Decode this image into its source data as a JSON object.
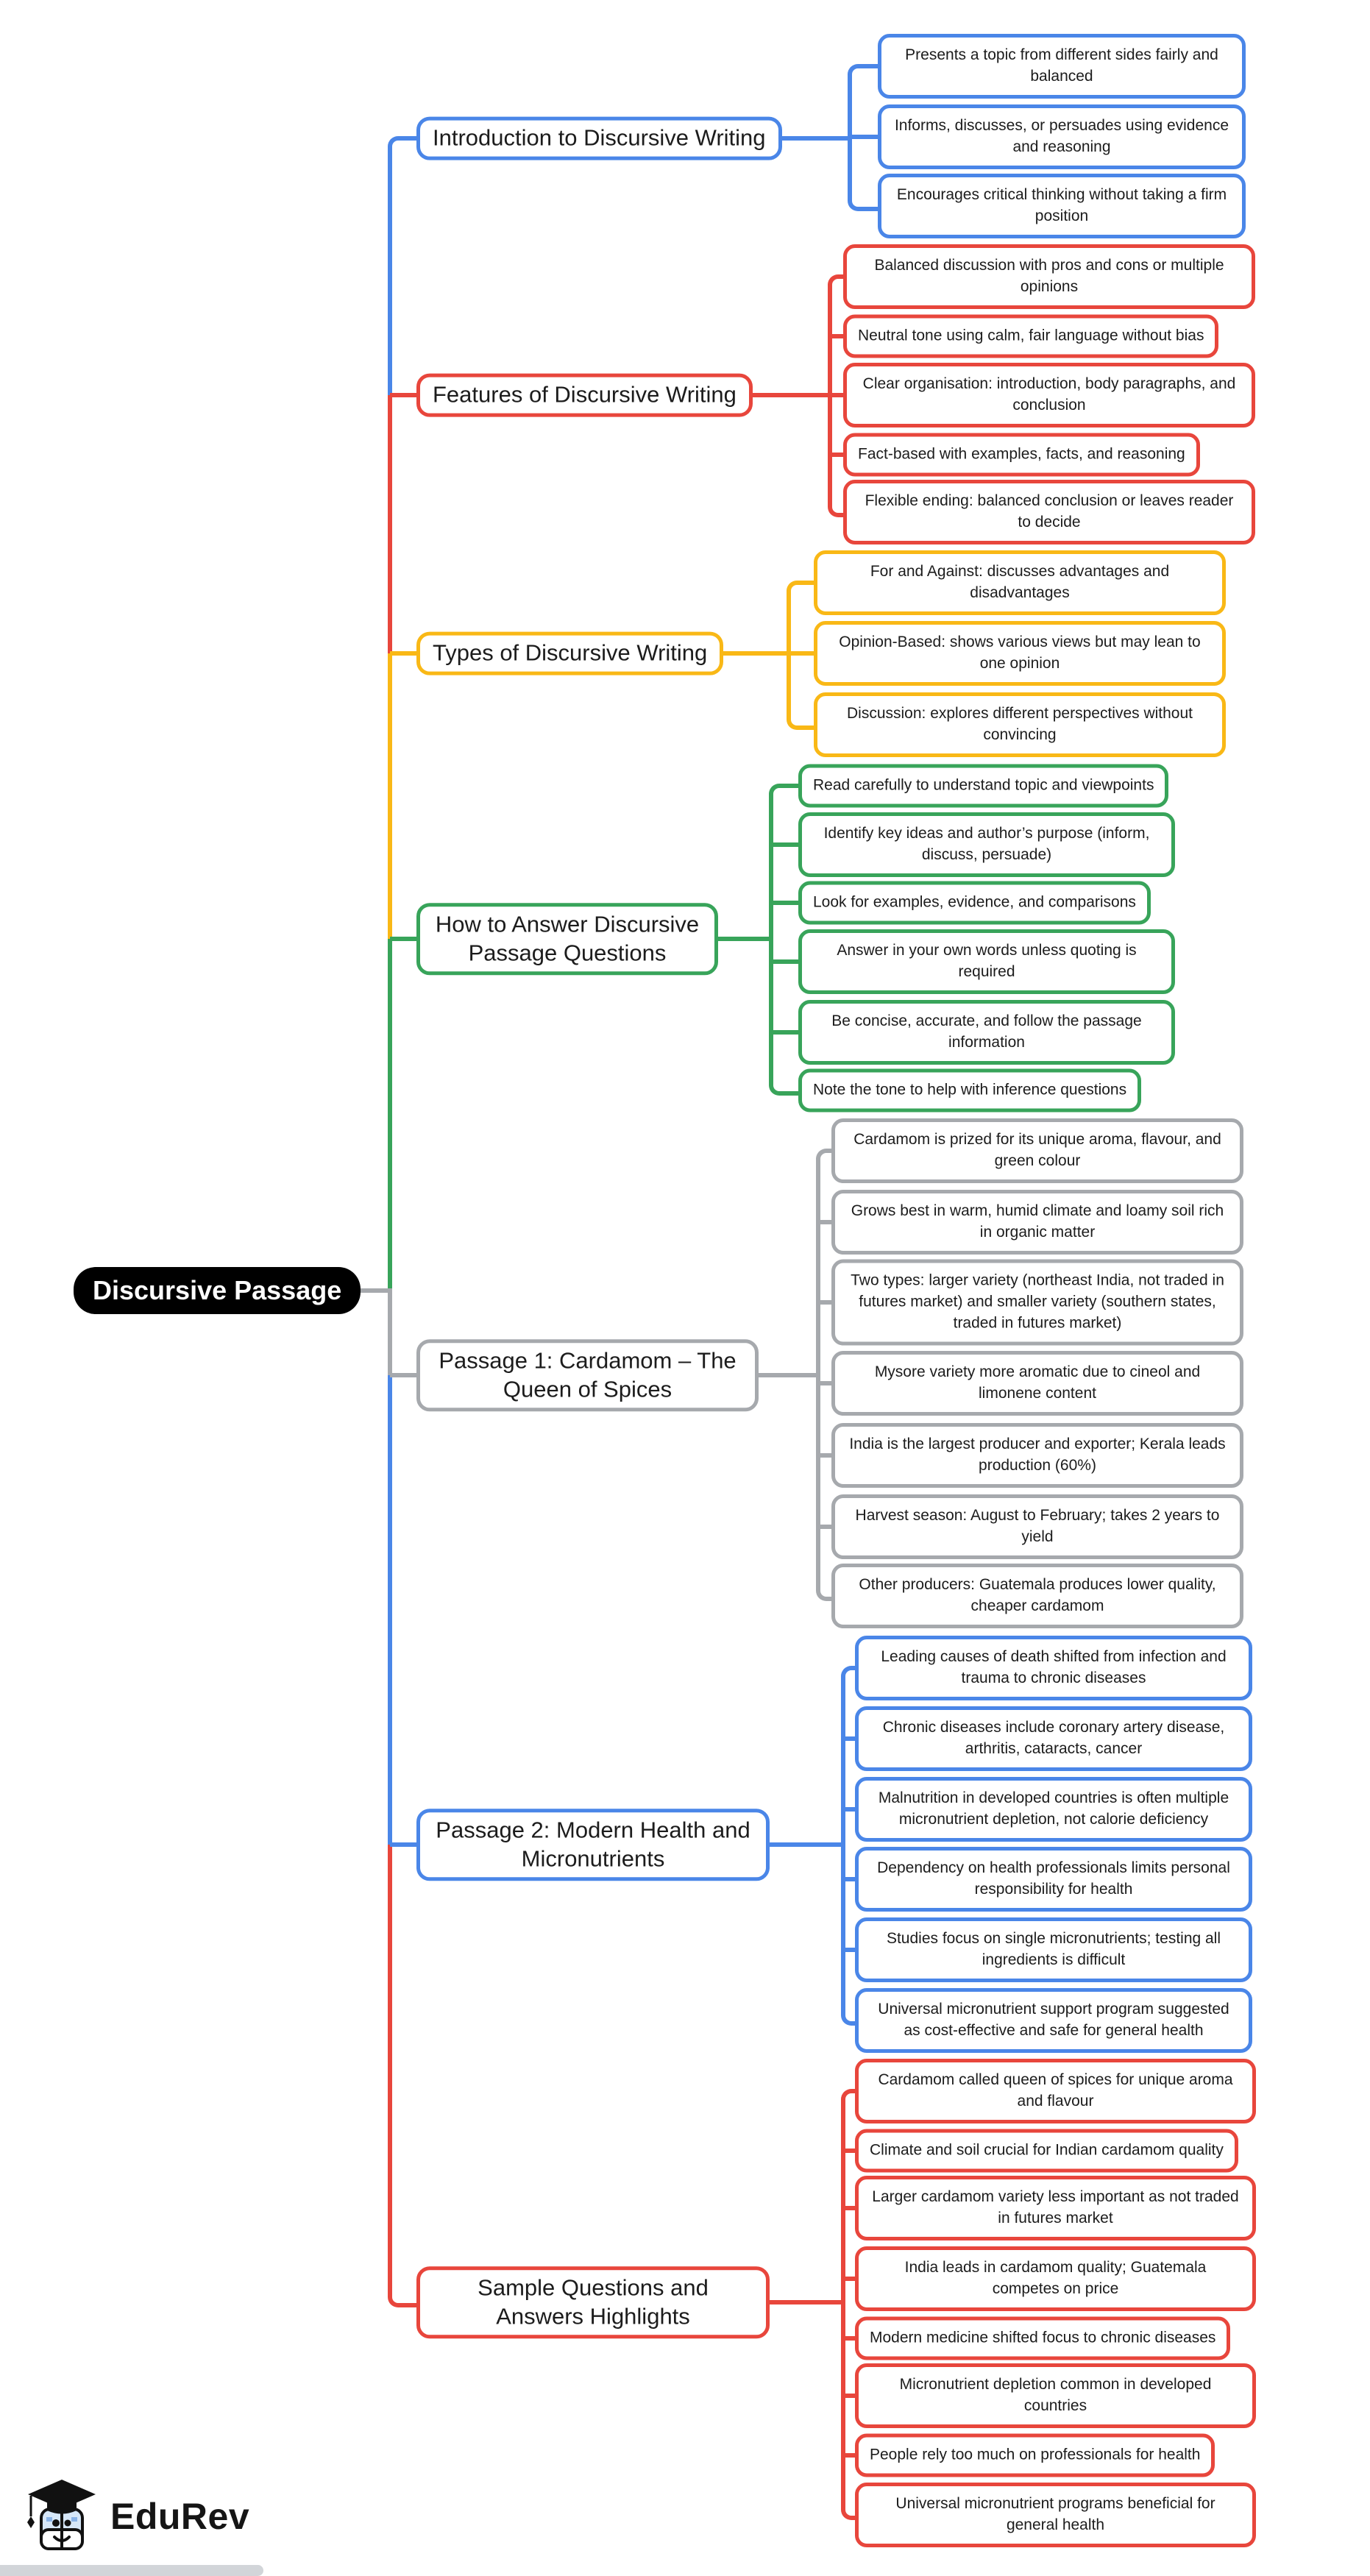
{
  "title": "Discursive Passage",
  "watermark": "EduRev",
  "colors": {
    "blue": "#4A86E8",
    "red": "#E8463C",
    "yellow": "#F9B816",
    "green": "#38A45A",
    "gray": "#A6A9AD",
    "central_bg": "#000000",
    "central_text": "#FFFFFF",
    "node_text": "#1C1C1C"
  },
  "branches": [
    {
      "label": "Introduction to Discursive Writing",
      "color": "blue",
      "leaves": [
        "Presents a topic from different sides fairly and balanced",
        "Informs, discusses, or persuades using evidence and reasoning",
        "Encourages critical thinking without taking a firm position"
      ]
    },
    {
      "label": "Features of Discursive Writing",
      "color": "red",
      "leaves": [
        "Balanced discussion with pros and cons or multiple opinions",
        "Neutral tone using calm, fair language without bias",
        "Clear organisation: introduction, body paragraphs, and conclusion",
        "Fact-based with examples, facts, and reasoning",
        "Flexible ending: balanced conclusion or leaves reader to decide"
      ]
    },
    {
      "label": "Types of Discursive Writing",
      "color": "yellow",
      "leaves": [
        "For and Against: discusses advantages and disadvantages",
        "Opinion-Based: shows various views but may lean to one opinion",
        "Discussion: explores different perspectives without convincing"
      ]
    },
    {
      "label": "How to Answer Discursive Passage Questions",
      "color": "green",
      "leaves": [
        "Read carefully to understand topic and viewpoints",
        "Identify key ideas and author’s purpose (inform, discuss, persuade)",
        "Look for examples, evidence, and comparisons",
        "Answer in your own words unless quoting is required",
        "Be concise, accurate, and follow the passage information",
        "Note the tone to help with inference questions"
      ]
    },
    {
      "label": "Passage 1: Cardamom – The Queen of Spices",
      "color": "gray",
      "leaves": [
        "Cardamom is prized for its unique aroma, flavour, and green colour",
        "Grows best in warm, humid climate and loamy soil rich in organic matter",
        "Two types: larger variety (northeast India, not traded in futures market) and smaller variety (southern states, traded in futures market)",
        "Mysore variety more aromatic due to cineol and limonene content",
        "India is the largest producer and exporter; Kerala leads production (60%)",
        "Harvest season: August to February; takes 2 years to yield",
        "Other producers: Guatemala produces lower quality, cheaper cardamom"
      ]
    },
    {
      "label": "Passage 2: Modern Health and Micronutrients",
      "color": "blue",
      "leaves": [
        "Leading causes of death shifted from infection and trauma to chronic diseases",
        "Chronic diseases include coronary artery disease, arthritis, cataracts, cancer",
        "Malnutrition in developed countries is often multiple micronutrient depletion, not calorie deficiency",
        "Dependency on health professionals limits personal responsibility for health",
        "Studies focus on single micronutrients; testing all ingredients is difficult",
        "Universal micronutrient support program suggested as cost-effective and safe for general health"
      ]
    },
    {
      "label": "Sample Questions and Answers Highlights",
      "color": "red",
      "leaves": [
        "Cardamom called queen of spices for unique aroma and flavour",
        "Climate and soil crucial for Indian cardamom quality",
        "Larger cardamom variety less important as not traded in futures market",
        "India leads in cardamom quality; Guatemala competes on price",
        "Modern medicine shifted focus to chronic diseases",
        "Micronutrient depletion common in developed countries",
        "People rely too much on professionals for health",
        "Universal micronutrient programs beneficial for general health"
      ]
    }
  ]
}
